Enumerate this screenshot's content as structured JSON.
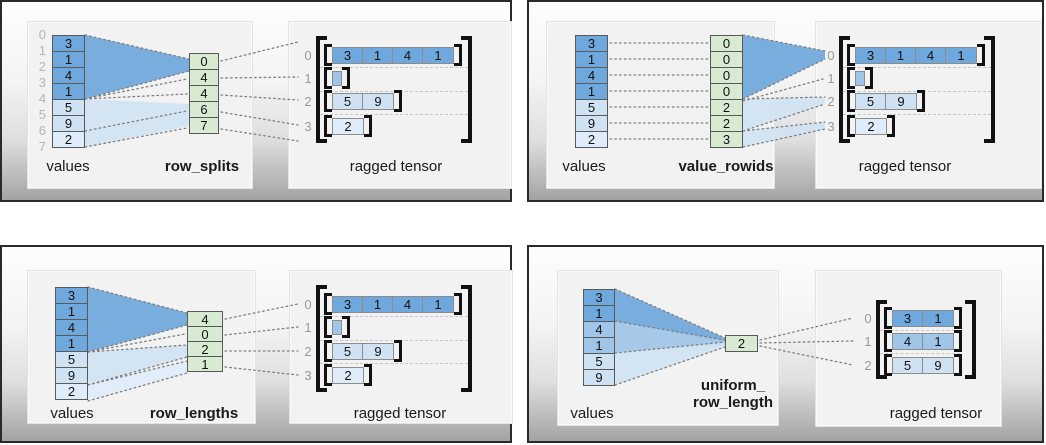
{
  "palette": {
    "dark": "#6fa8dc",
    "medium": "#9fc5e8",
    "light": "#cfe2f3",
    "lighter": "#dfecf9",
    "green": "#d9ead3"
  },
  "quadrants": [
    {
      "values_label": "values",
      "method_label": "row_splits",
      "ragged_label": "ragged tensor",
      "boundary_indices": [
        "0",
        "1",
        "2",
        "3",
        "4",
        "5",
        "6",
        "7"
      ],
      "values": [
        {
          "v": "3",
          "shade": "dark"
        },
        {
          "v": "1",
          "shade": "dark"
        },
        {
          "v": "4",
          "shade": "dark"
        },
        {
          "v": "1",
          "shade": "dark"
        },
        {
          "v": "5",
          "shade": "light"
        },
        {
          "v": "9",
          "shade": "light"
        },
        {
          "v": "2",
          "shade": "lighter"
        }
      ],
      "aux": [
        "0",
        "4",
        "4",
        "6",
        "7"
      ],
      "rows": [
        {
          "index": "0",
          "cells": [
            {
              "v": "3",
              "shade": "dark"
            },
            {
              "v": "1",
              "shade": "dark"
            },
            {
              "v": "4",
              "shade": "dark"
            },
            {
              "v": "1",
              "shade": "dark"
            }
          ]
        },
        {
          "index": "1",
          "cells": []
        },
        {
          "index": "2",
          "cells": [
            {
              "v": "5",
              "shade": "light"
            },
            {
              "v": "9",
              "shade": "light"
            }
          ]
        },
        {
          "index": "3",
          "cells": [
            {
              "v": "2",
              "shade": "lighter"
            }
          ]
        }
      ]
    },
    {
      "values_label": "values",
      "method_label": "value_rowids",
      "ragged_label": "ragged tensor",
      "values": [
        {
          "v": "3",
          "shade": "dark"
        },
        {
          "v": "1",
          "shade": "dark"
        },
        {
          "v": "4",
          "shade": "dark"
        },
        {
          "v": "1",
          "shade": "dark"
        },
        {
          "v": "5",
          "shade": "light"
        },
        {
          "v": "9",
          "shade": "light"
        },
        {
          "v": "2",
          "shade": "lighter"
        }
      ],
      "aux": [
        "0",
        "0",
        "0",
        "0",
        "2",
        "2",
        "3"
      ],
      "rows": [
        {
          "index": "0",
          "cells": [
            {
              "v": "3",
              "shade": "dark"
            },
            {
              "v": "1",
              "shade": "dark"
            },
            {
              "v": "4",
              "shade": "dark"
            },
            {
              "v": "1",
              "shade": "dark"
            }
          ]
        },
        {
          "index": "1",
          "cells": []
        },
        {
          "index": "2",
          "cells": [
            {
              "v": "5",
              "shade": "light"
            },
            {
              "v": "9",
              "shade": "light"
            }
          ]
        },
        {
          "index": "3",
          "cells": [
            {
              "v": "2",
              "shade": "lighter"
            }
          ]
        }
      ]
    },
    {
      "values_label": "values",
      "method_label": "row_lengths",
      "ragged_label": "ragged tensor",
      "values": [
        {
          "v": "3",
          "shade": "dark"
        },
        {
          "v": "1",
          "shade": "dark"
        },
        {
          "v": "4",
          "shade": "dark"
        },
        {
          "v": "1",
          "shade": "dark"
        },
        {
          "v": "5",
          "shade": "light"
        },
        {
          "v": "9",
          "shade": "light"
        },
        {
          "v": "2",
          "shade": "lighter"
        }
      ],
      "aux": [
        "4",
        "0",
        "2",
        "1"
      ],
      "rows": [
        {
          "index": "0",
          "cells": [
            {
              "v": "3",
              "shade": "dark"
            },
            {
              "v": "1",
              "shade": "dark"
            },
            {
              "v": "4",
              "shade": "dark"
            },
            {
              "v": "1",
              "shade": "dark"
            }
          ]
        },
        {
          "index": "1",
          "cells": []
        },
        {
          "index": "2",
          "cells": [
            {
              "v": "5",
              "shade": "light"
            },
            {
              "v": "9",
              "shade": "light"
            }
          ]
        },
        {
          "index": "3",
          "cells": [
            {
              "v": "2",
              "shade": "lighter"
            }
          ]
        }
      ]
    },
    {
      "values_label": "values",
      "method_label_lines": [
        "uniform_",
        "row_length"
      ],
      "ragged_label": "ragged tensor",
      "values": [
        {
          "v": "3",
          "shade": "dark"
        },
        {
          "v": "1",
          "shade": "dark"
        },
        {
          "v": "4",
          "shade": "medium"
        },
        {
          "v": "1",
          "shade": "medium"
        },
        {
          "v": "5",
          "shade": "light"
        },
        {
          "v": "9",
          "shade": "light"
        }
      ],
      "aux": [
        "2"
      ],
      "rows": [
        {
          "index": "0",
          "cells": [
            {
              "v": "3",
              "shade": "dark"
            },
            {
              "v": "1",
              "shade": "dark"
            }
          ]
        },
        {
          "index": "1",
          "cells": [
            {
              "v": "4",
              "shade": "medium"
            },
            {
              "v": "1",
              "shade": "medium"
            }
          ]
        },
        {
          "index": "2",
          "cells": [
            {
              "v": "5",
              "shade": "light"
            },
            {
              "v": "9",
              "shade": "light"
            }
          ]
        }
      ]
    }
  ]
}
